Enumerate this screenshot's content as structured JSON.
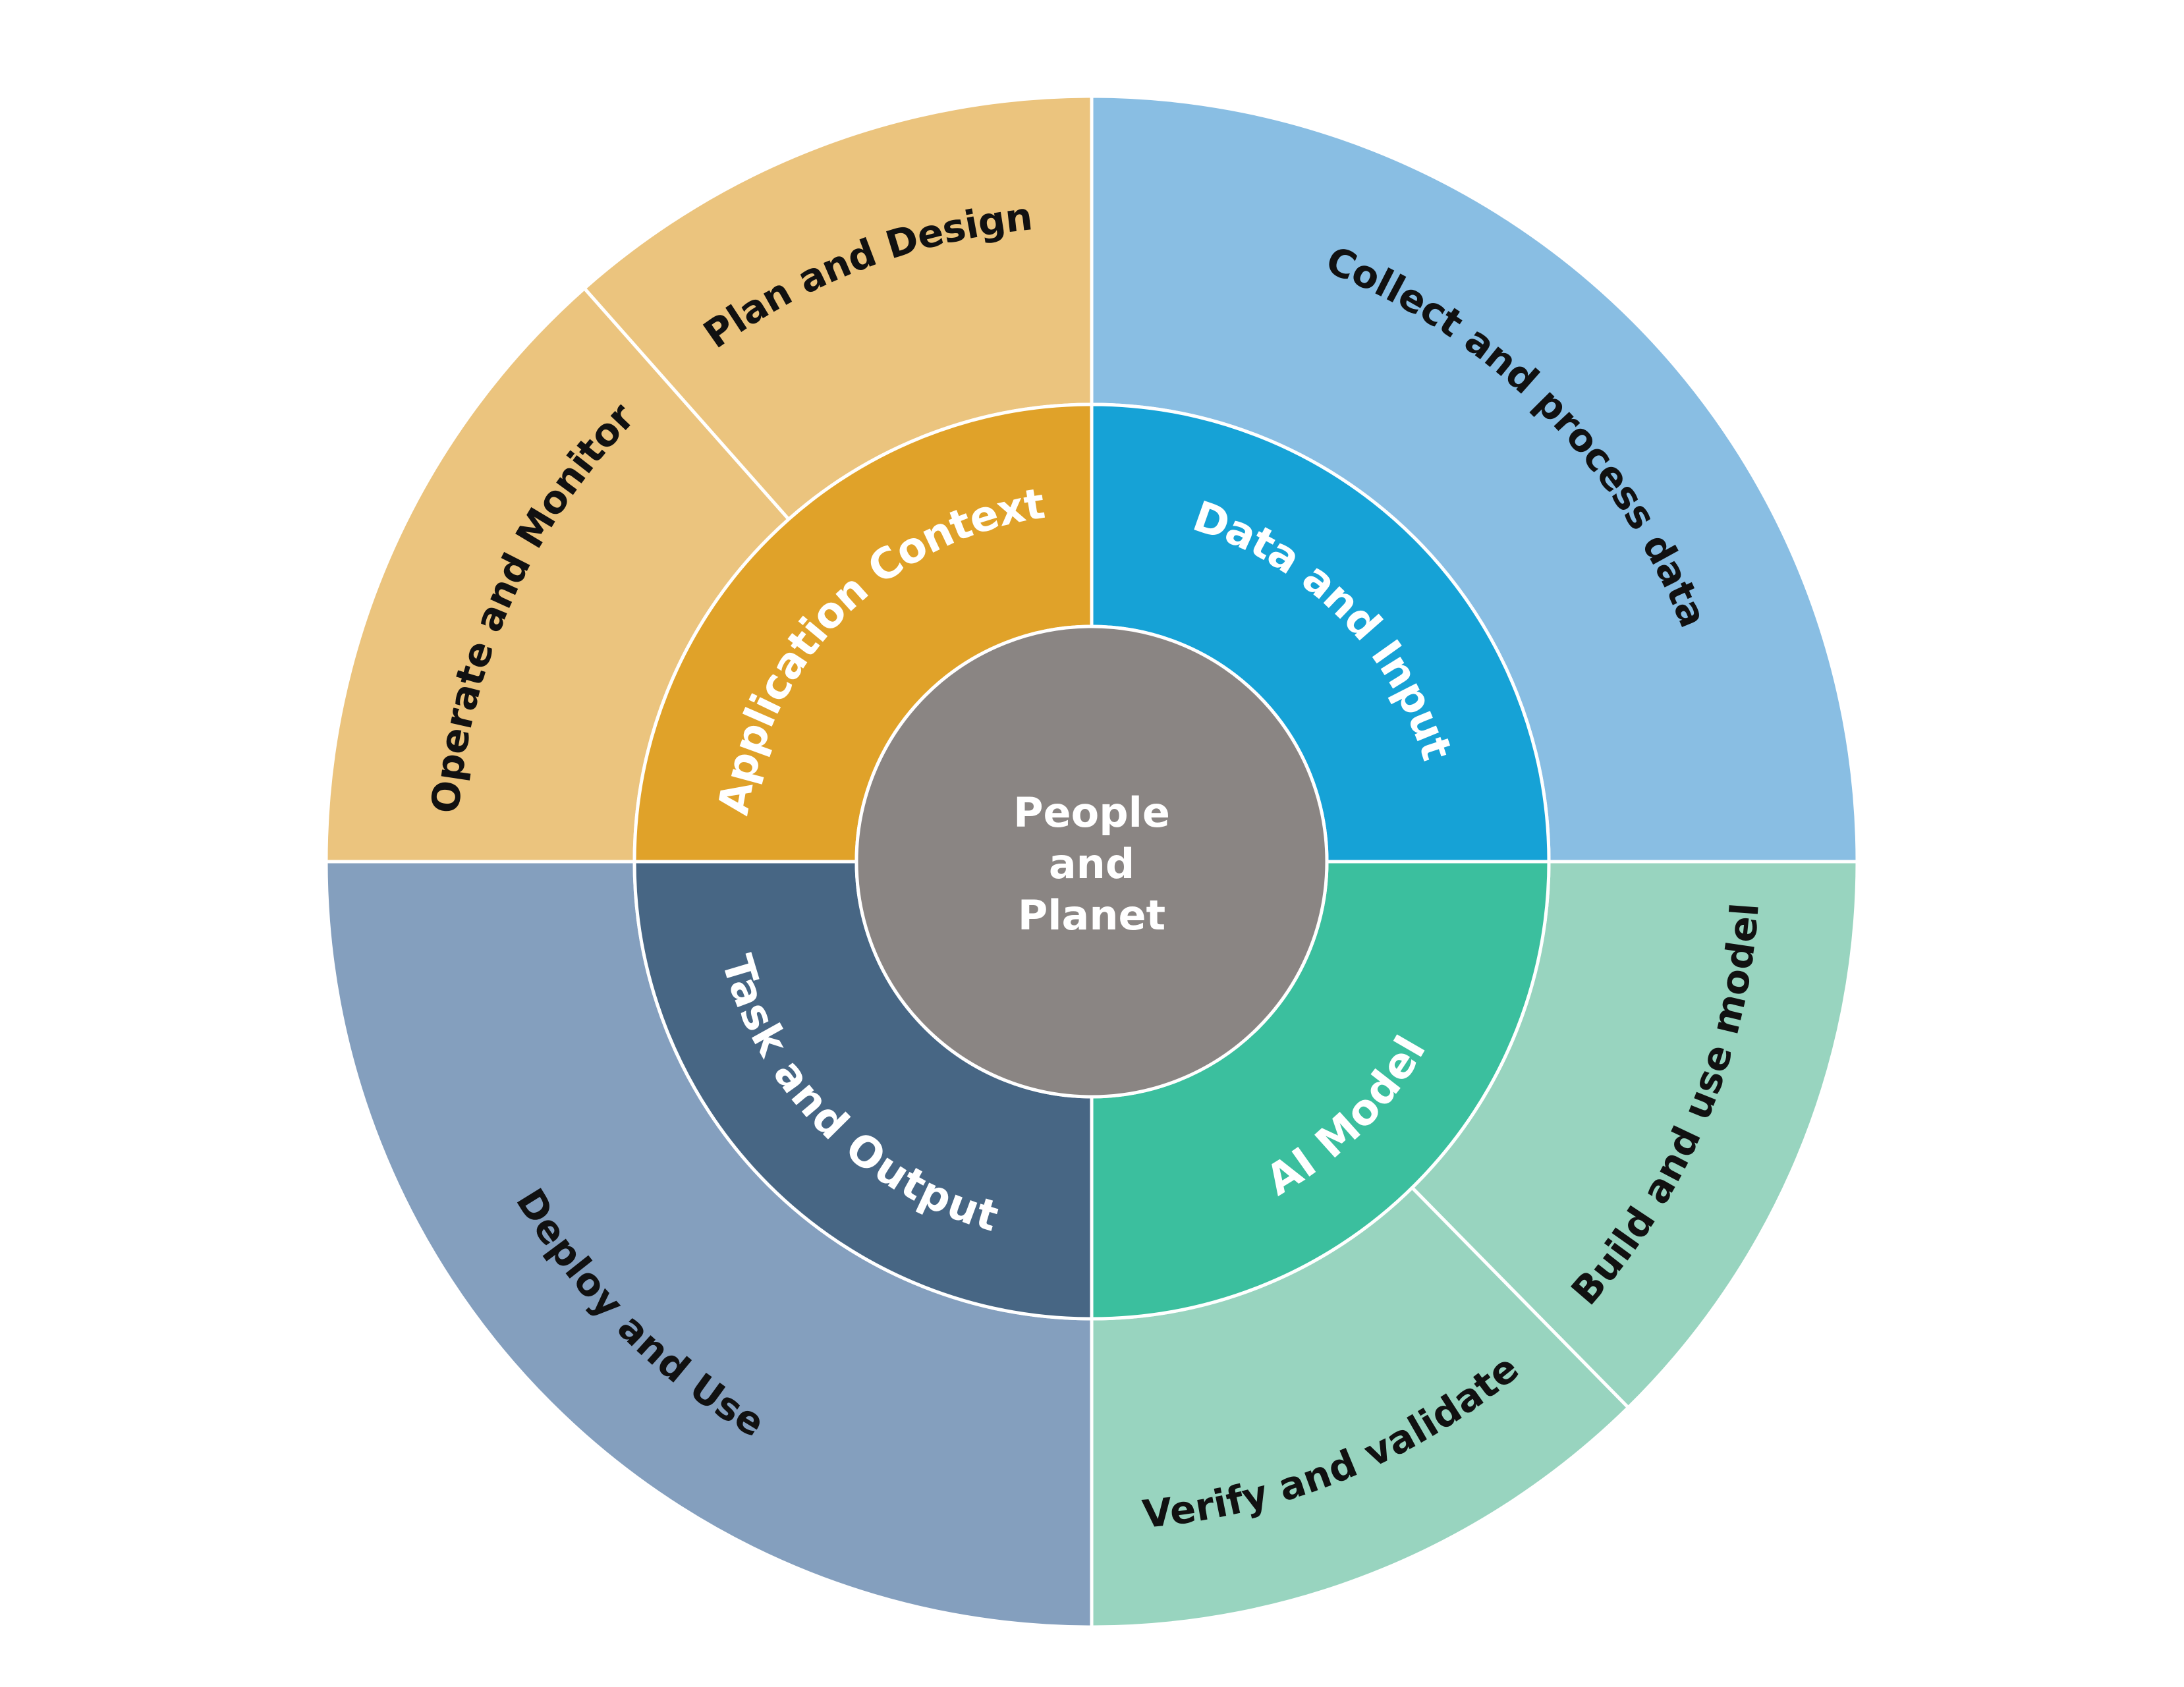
{
  "center": {
    "lines": [
      "People",
      "and",
      "Planet"
    ],
    "color": "#8a8583",
    "text_color": "#ffffff"
  },
  "inner_ring": [
    {
      "id": "application-context",
      "label": "Application Context",
      "color": "#e0a229",
      "text_color": "#ffffff",
      "start_deg": 270,
      "end_deg": 360
    },
    {
      "id": "data-and-input",
      "label": "Data and Input",
      "color": "#16a2d6",
      "text_color": "#ffffff",
      "start_deg": 0,
      "end_deg": 90
    },
    {
      "id": "ai-model",
      "label": "AI Model",
      "color": "#3bbf9e",
      "text_color": "#ffffff",
      "start_deg": 90,
      "end_deg": 180
    },
    {
      "id": "task-and-output",
      "label": "Task and Output",
      "color": "#476684",
      "text_color": "#ffffff",
      "start_deg": 180,
      "end_deg": 270
    }
  ],
  "outer_ring": [
    {
      "id": "operate-and-monitor",
      "label": "Operate and Monitor",
      "color": "#ebc47e",
      "text_color": "#111111",
      "start_deg": 270,
      "end_deg": 318.5
    },
    {
      "id": "plan-and-design",
      "label": "Plan and Design",
      "color": "#ebc47e",
      "text_color": "#111111",
      "start_deg": 318.5,
      "end_deg": 360
    },
    {
      "id": "collect-and-process-data",
      "label": "Collect and process data",
      "color": "#89bee3",
      "text_color": "#111111",
      "start_deg": 0,
      "end_deg": 90
    },
    {
      "id": "build-and-use-model",
      "label": "Build and use model",
      "color": "#98d4bf",
      "text_color": "#111111",
      "start_deg": 90,
      "end_deg": 135.5
    },
    {
      "id": "verify-and-validate",
      "label": "Verify and validate",
      "color": "#98d4bf",
      "text_color": "#111111",
      "start_deg": 135.5,
      "end_deg": 180
    },
    {
      "id": "deploy-and-use",
      "label": "Deploy and Use",
      "color": "#849fbe",
      "text_color": "#111111",
      "start_deg": 180,
      "end_deg": 270
    }
  ]
}
